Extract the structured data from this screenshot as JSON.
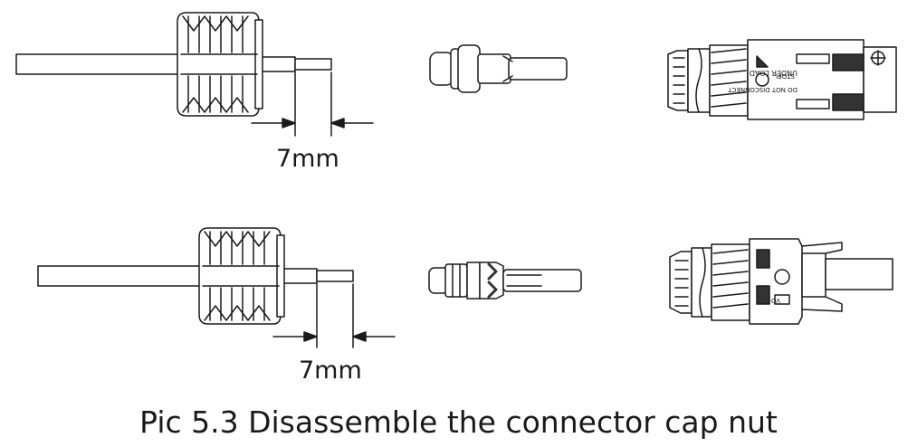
{
  "figure": {
    "caption": "Pic 5.3 Disassemble the connector cap nut",
    "rows": [
      {
        "strip_length_label": "7mm",
        "connector_text": [
          "UNDER LOAD",
          "STOP!",
          "DO NOT DISCONNECT"
        ]
      },
      {
        "strip_length_label": "7mm",
        "connector_text": [
          "VO"
        ]
      }
    ]
  },
  "colors": {
    "line": "#1a1a1a",
    "fill": "#ffffff",
    "dark": "#333333"
  }
}
